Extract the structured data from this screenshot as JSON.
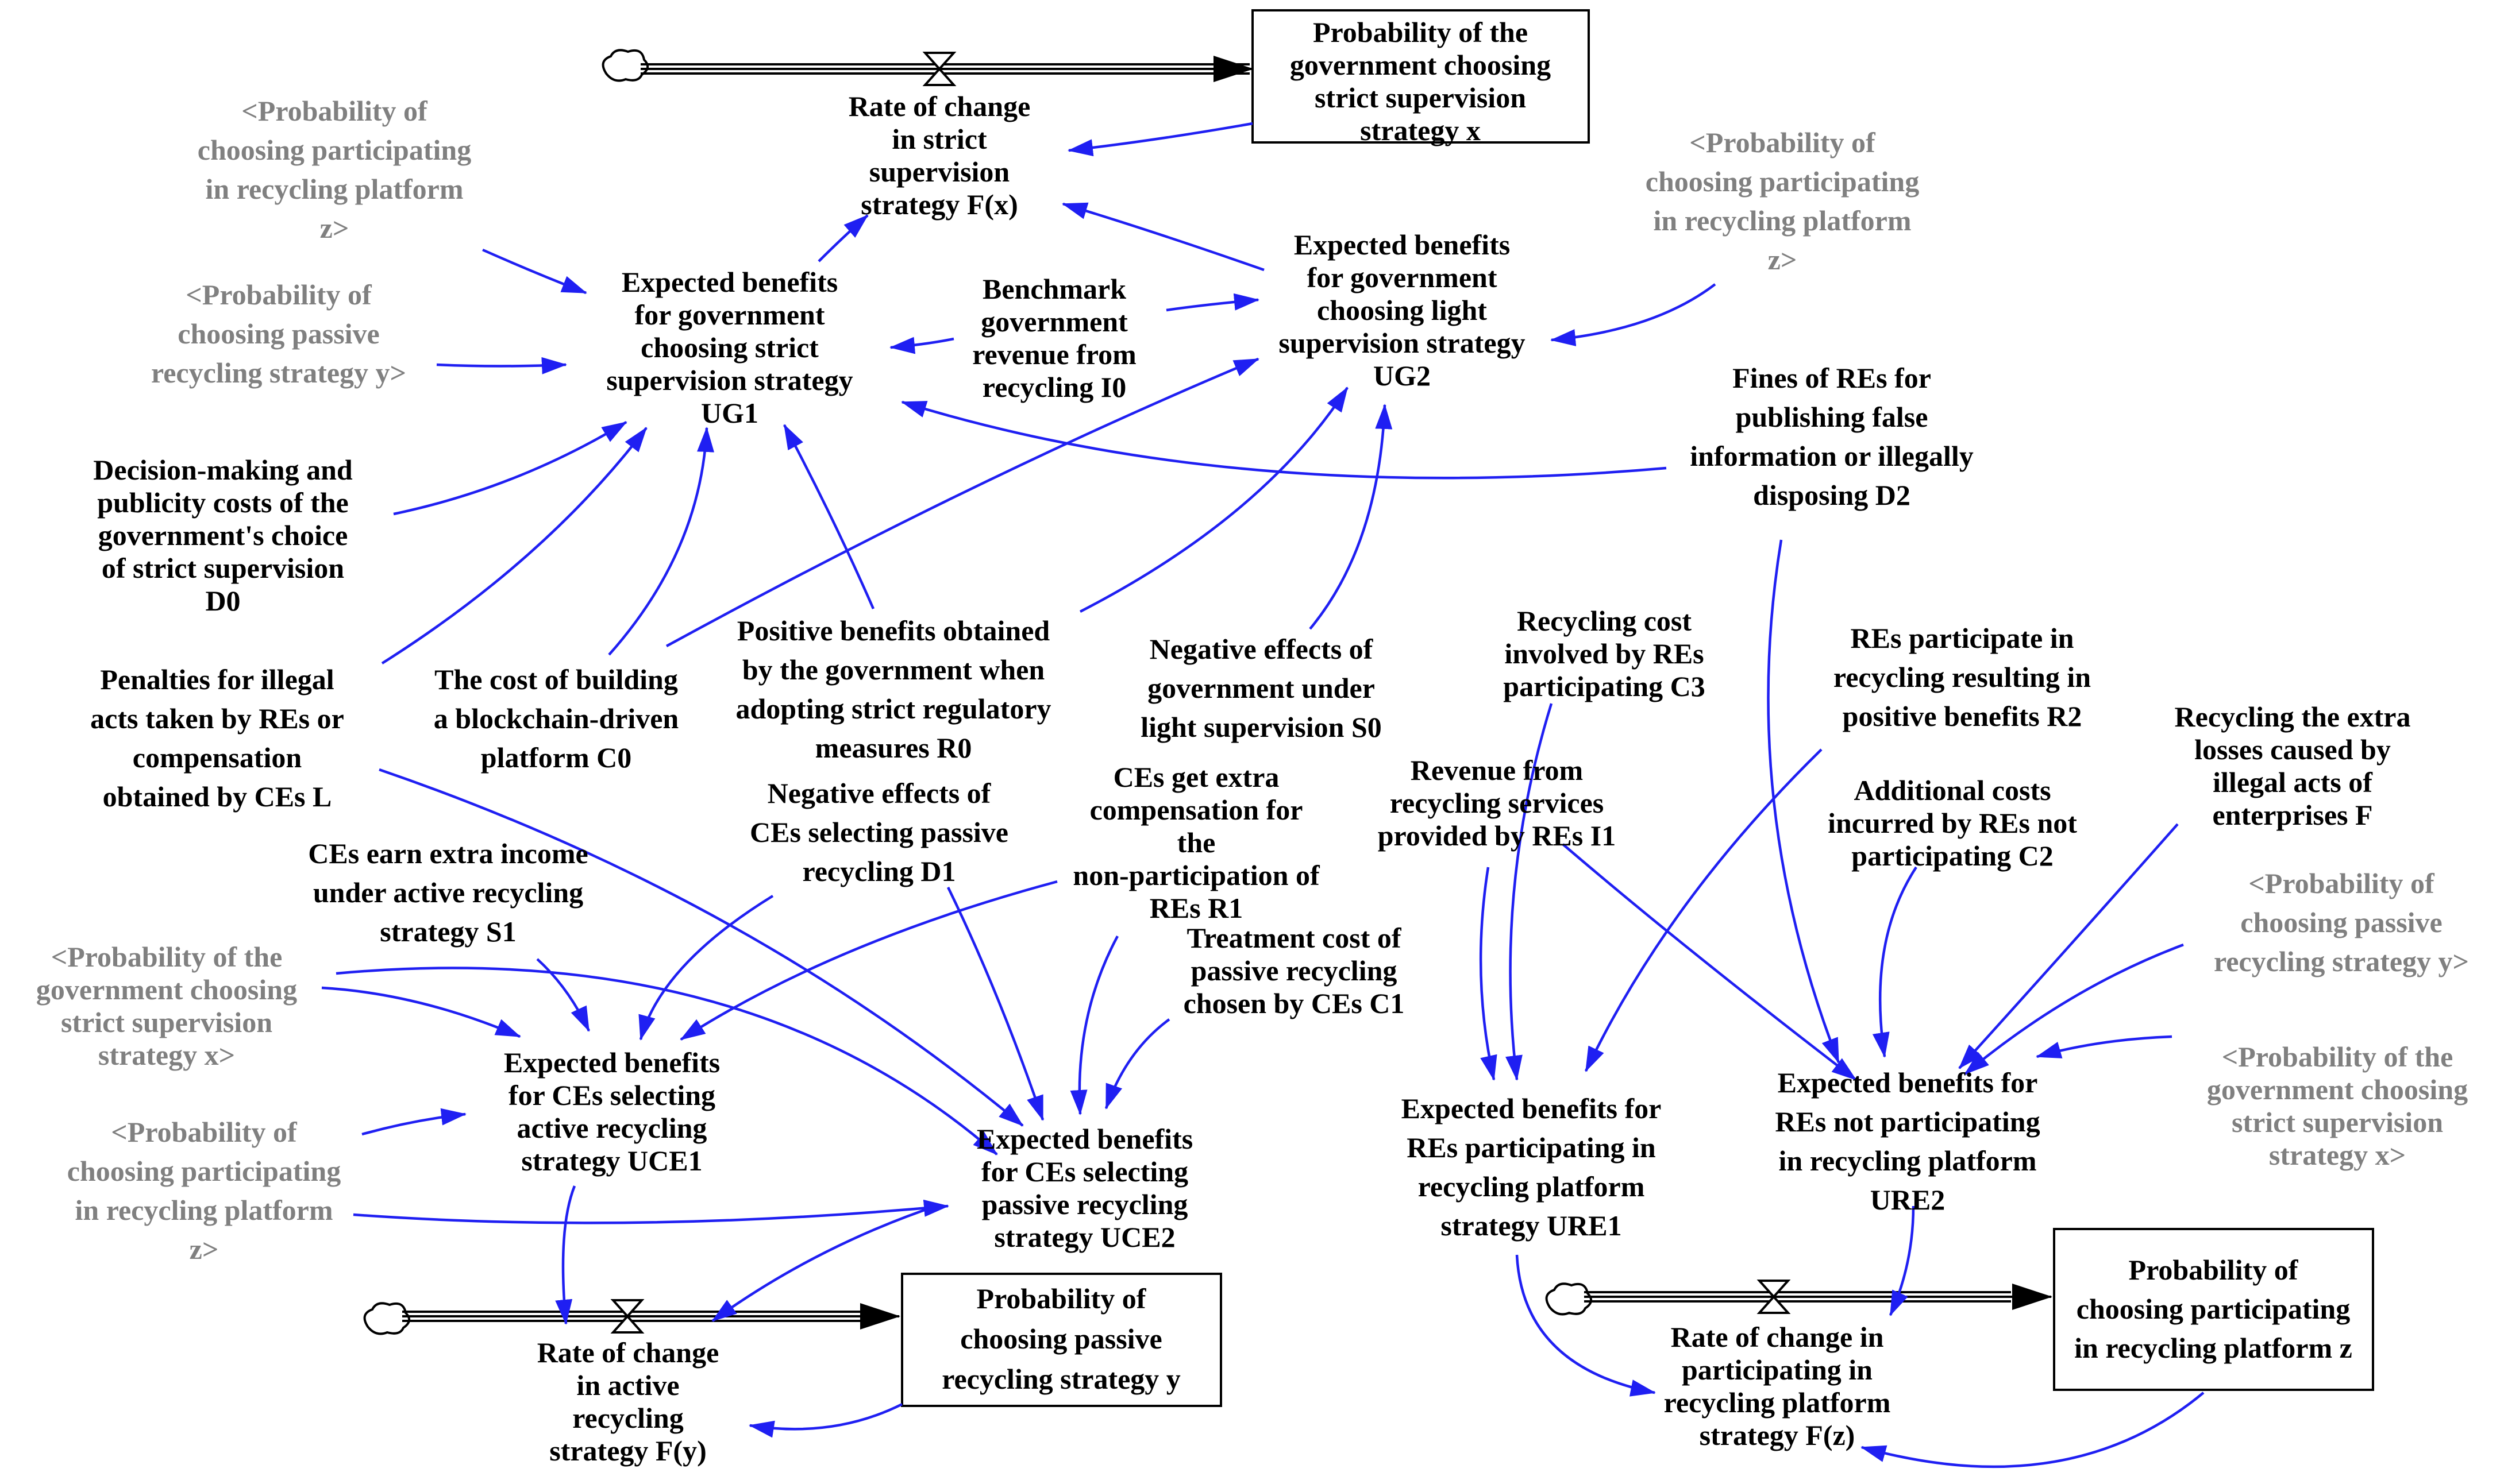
{
  "stocks": {
    "x": [
      "Probability of the",
      "government choosing",
      "strict supervision",
      "strategy x"
    ],
    "y": [
      "Probability of",
      "choosing passive",
      "recycling strategy y"
    ],
    "z": [
      "Probability of",
      "choosing participating",
      "in recycling platform z"
    ]
  },
  "rates": {
    "fx": [
      "Rate of change",
      "in strict",
      "supervision",
      "strategy F(x)"
    ],
    "fy": [
      "Rate of change",
      "in active",
      "recycling",
      "strategy F(y)"
    ],
    "fz": [
      "Rate of change in",
      "participating in",
      "recycling platform",
      "strategy F(z)"
    ]
  },
  "variables": {
    "ug1": [
      "Expected benefits",
      "for government",
      "choosing strict",
      "supervision strategy",
      "UG1"
    ],
    "ug2": [
      "Expected benefits",
      "for government",
      "choosing light",
      "supervision strategy",
      "UG2"
    ],
    "i0": [
      "Benchmark",
      "government",
      "revenue from",
      "recycling I0"
    ],
    "d0": [
      "Decision-making and",
      "publicity costs of the",
      "government's choice",
      "of strict supervision",
      "D0"
    ],
    "l": [
      "Penalties for illegal",
      "acts taken by REs or",
      "compensation",
      "obtained by CEs L"
    ],
    "c0": [
      "The cost of building",
      "a blockchain-driven",
      "platform C0"
    ],
    "r0": [
      "Positive benefits obtained",
      "by the government when",
      "adopting strict regulatory",
      "measures R0"
    ],
    "s0": [
      "Negative effects of",
      "government under",
      "light supervision S0"
    ],
    "d2": [
      "Fines of REs for",
      "publishing false",
      "information or illegally",
      "disposing D2"
    ],
    "c3": [
      "Recycling cost",
      "involved by REs",
      "participating C3"
    ],
    "i1": [
      "Revenue from",
      "recycling services",
      "provided by REs I1"
    ],
    "r2": [
      "REs participate in",
      "recycling resulting in",
      "positive benefits R2"
    ],
    "f": [
      "Recycling the extra",
      "losses caused by",
      "illegal acts of",
      "enterprises F"
    ],
    "c2": [
      "Additional costs",
      "incurred by REs not",
      "participating C2"
    ],
    "s1": [
      "CEs earn extra income",
      "under active recycling",
      "strategy S1"
    ],
    "d1": [
      "Negative effects of",
      "CEs selecting passive",
      "recycling D1"
    ],
    "r1": [
      "CEs get extra",
      "compensation for",
      "the",
      "non-participation of",
      "REs R1"
    ],
    "c1": [
      "Treatment cost of",
      "passive recycling",
      "chosen by CEs C1"
    ],
    "uce1": [
      "Expected benefits",
      "for CEs selecting",
      "active recycling",
      "strategy UCE1"
    ],
    "uce2": [
      "Expected benefits",
      "for CEs selecting",
      "passive recycling",
      "strategy UCE2"
    ],
    "ure1": [
      "Expected benefits for",
      "REs participating in",
      "recycling platform",
      "strategy URE1"
    ],
    "ure2": [
      "Expected benefits for",
      "REs not participating",
      "in recycling platform",
      "URE2"
    ]
  },
  "shadows": {
    "z_a": [
      "<Probability of",
      "choosing participating",
      "in recycling platform",
      "z>"
    ],
    "y_a": [
      "<Probability of",
      "choosing passive",
      "recycling strategy y>"
    ],
    "z_b": [
      "<Probability of",
      "choosing participating",
      "in recycling platform",
      "z>"
    ],
    "x_a": [
      "<Probability of the",
      "government choosing",
      "strict supervision",
      "strategy x>"
    ],
    "z_c": [
      "<Probability of",
      "choosing participating",
      "in recycling platform",
      "z>"
    ],
    "y_b": [
      "<Probability of",
      "choosing passive",
      "recycling strategy y>"
    ],
    "x_b": [
      "<Probability of the",
      "government choosing",
      "strict supervision",
      "strategy x>"
    ]
  },
  "colors": {
    "link": "#1f1ff2",
    "text": "#000000",
    "shadow_text": "#808080",
    "stock_border": "#000000"
  }
}
